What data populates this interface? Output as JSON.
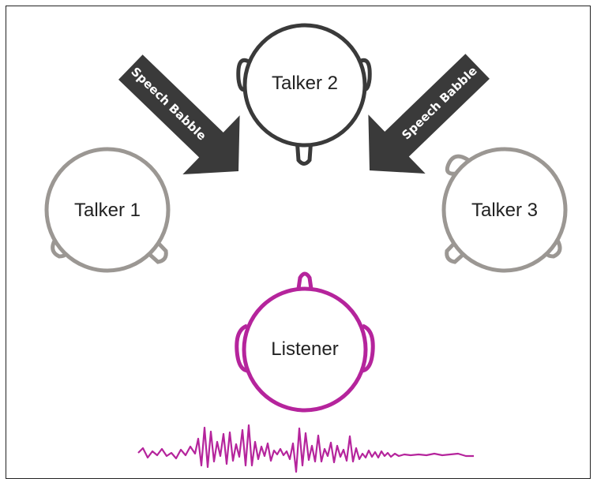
{
  "talkers": {
    "talker1": {
      "label": "Talker 1",
      "color": "#9b9793"
    },
    "talker2": {
      "label": "Talker 2",
      "color": "#3a3a3a"
    },
    "talker3": {
      "label": "Talker 3",
      "color": "#9b9793"
    }
  },
  "listener": {
    "label": "Listener",
    "color": "#b5249c"
  },
  "arrows": {
    "left": {
      "label": "Speech Babble",
      "color": "#3a3a3a"
    },
    "right": {
      "label": "Speech Babble",
      "color": "#3a3a3a"
    }
  },
  "waveform": {
    "color": "#b5249c"
  }
}
